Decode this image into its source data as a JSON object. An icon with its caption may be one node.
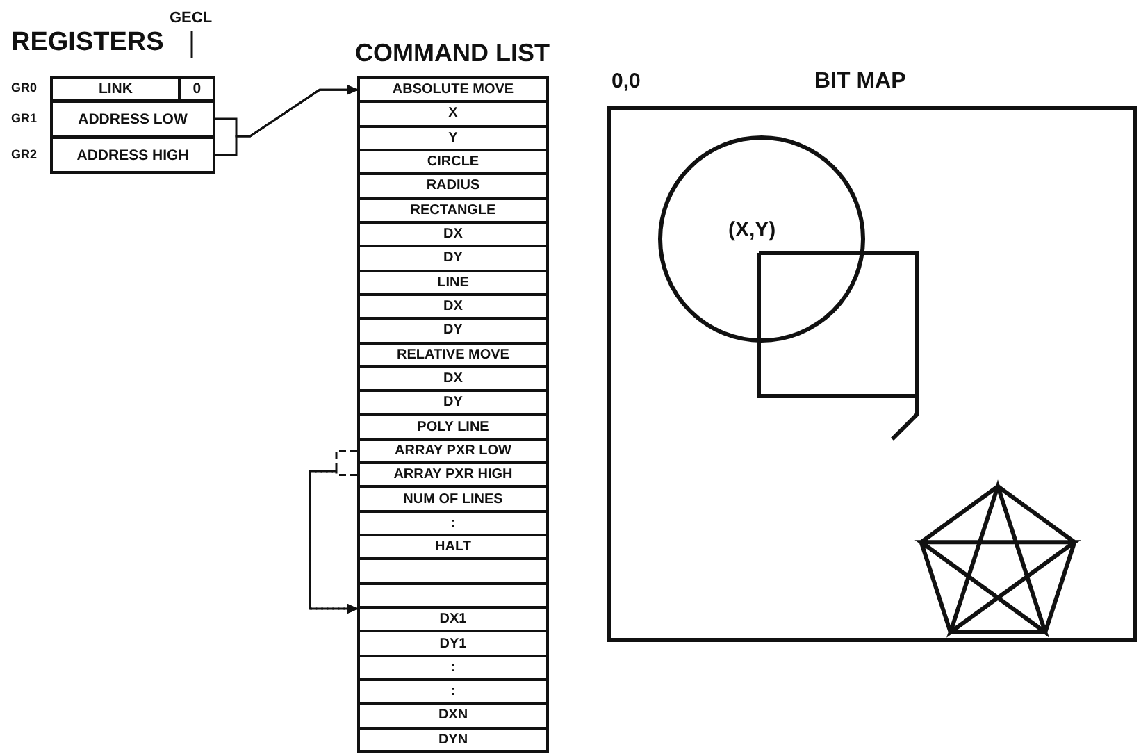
{
  "diagram": {
    "nodes": [
      {
        "text": [
          "REGISTERS"
        ]
      },
      {
        "text": [
          "LINK",
          "0"
        ],
        "in": 0,
        "beside": [
          "GR0"
        ]
      },
      {
        "text": [
          "ADDRESS LOW"
        ],
        "in": 0,
        "beside": [
          "GR1"
        ]
      },
      {
        "text": [
          "ADDRESS HIGH"
        ],
        "in": 0,
        "beside": [
          "GR2"
        ]
      },
      {
        "text": [
          "COMMAND LIST"
        ]
      },
      {
        "text": [
          "ABSOLUTE MOVE"
        ],
        "in": 4
      },
      {
        "text": [
          "X"
        ],
        "in": 4
      },
      {
        "text": [
          "Y"
        ],
        "in": 4
      },
      {
        "text": [
          "CIRCLE"
        ],
        "in": 4
      },
      {
        "text": [
          "RADIUS"
        ],
        "in": 4
      },
      {
        "text": [
          "RECTANGLE"
        ],
        "in": 4
      },
      {
        "text": [
          "DX"
        ],
        "in": 4
      },
      {
        "text": [
          "DY"
        ],
        "in": 4
      },
      {
        "text": [
          "LINE"
        ],
        "in": 4
      },
      {
        "text": [
          "DX"
        ],
        "in": 4
      },
      {
        "text": [
          "DY"
        ],
        "in": 4
      },
      {
        "text": [
          "RELATIVE MOVE"
        ],
        "in": 4
      },
      {
        "text": [
          "DX"
        ],
        "in": 4
      },
      {
        "text": [
          "DY"
        ],
        "in": 4
      },
      {
        "text": [
          "POLY LINE"
        ],
        "in": 4
      },
      {
        "text": [
          "ARRAY PXR LOW"
        ],
        "in": 4
      },
      {
        "text": [
          "ARRAY PXR HIGH"
        ],
        "in": 4
      },
      {
        "text": [
          "NUM OF LINES"
        ],
        "in": 4
      },
      {
        "text": [
          ":"
        ],
        "in": 4
      },
      {
        "text": [
          "HALT"
        ],
        "in": 4
      },
      {
        "text": [],
        "shape": "box",
        "in": 4
      },
      {
        "text": [],
        "shape": "box",
        "in": 4
      },
      {
        "text": [
          "DX1"
        ],
        "in": 4
      },
      {
        "text": [
          "DY1"
        ],
        "in": 4
      },
      {
        "text": [
          ":"
        ],
        "in": 4
      },
      {
        "text": [
          ":"
        ],
        "in": 4
      },
      {
        "text": [
          "DXN"
        ],
        "in": 4
      },
      {
        "text": [
          "DYN"
        ],
        "in": 4
      },
      {
        "text": [
          "BIT MAP"
        ]
      }
    ],
    "edges": [
      {
        "from": 2,
        "to": 5,
        "arrow": "to"
      },
      {
        "from": 3,
        "to": 5,
        "arrow": "to"
      },
      {
        "from": 20,
        "to": 27,
        "arrow": "to",
        "style": "dashed"
      },
      {
        "from": 21,
        "to": 27,
        "arrow": "to",
        "style": "dashed"
      }
    ],
    "labels": [
      "GECL",
      "0,0",
      "(X,Y)"
    ]
  }
}
